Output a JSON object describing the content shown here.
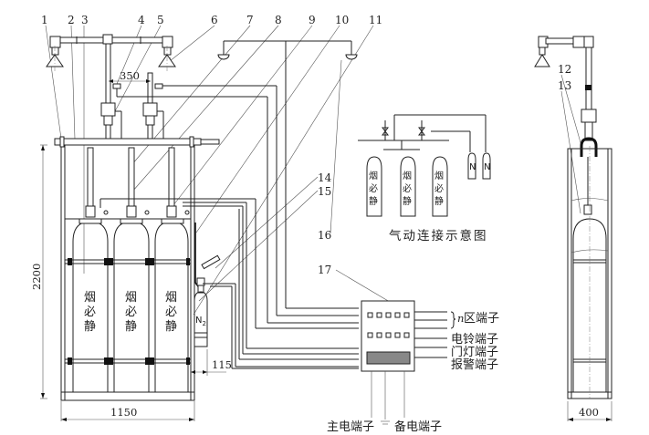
{
  "diagram": {
    "title": "气动连接示意图",
    "part_numbers": [
      "1",
      "2",
      "3",
      "4",
      "5",
      "6",
      "7",
      "8",
      "9",
      "10",
      "11",
      "12",
      "13",
      "14",
      "15",
      "16",
      "17"
    ],
    "dimensions": {
      "cabinet_width": "1150",
      "cabinet_height": "2200",
      "valve_spacing": "350",
      "n2_offset": "115",
      "side_width": "400"
    },
    "cylinder_label_chars": [
      "烟",
      "必",
      "静"
    ],
    "n2_label": "N",
    "n2_subscript": "2",
    "control_panel": {
      "terminals": [
        {
          "prefix": "n",
          "label": " 区端子"
        },
        {
          "prefix": "",
          "label": "电铃端子"
        },
        {
          "prefix": "",
          "label": "门灯端子"
        },
        {
          "prefix": "",
          "label": "报警端子"
        }
      ],
      "power_main": "主电端子",
      "power_backup": "备电端子",
      "ground_symbol": "="
    }
  }
}
